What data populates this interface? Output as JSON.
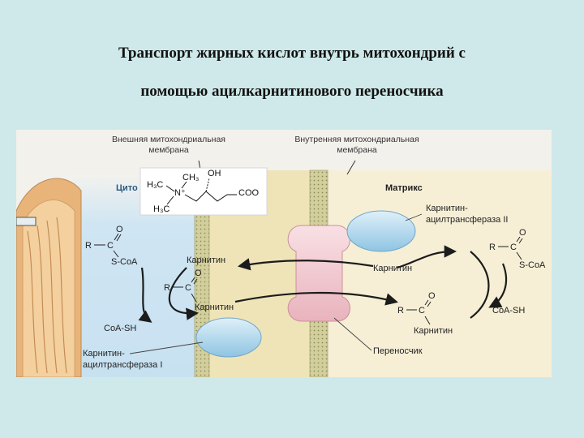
{
  "title": {
    "line1": "Транспорт жирных кислот внутрь митохондрий с",
    "line2": "помощью ацилкарнитинового переносчика"
  },
  "diagram": {
    "outer_membrane_label": [
      "Внешняя митохондриальная",
      "мембрана"
    ],
    "inner_membrane_label": [
      "Внутренняя митохондриальная",
      "мембрана"
    ],
    "cytosol_label": "Цито",
    "matrix_label": "Матрикс",
    "carnitine_formula": {
      "h3c_top": "H₃C",
      "ch3": "CH₃",
      "oh": "OH",
      "n_plus": "N⁺",
      "coo": "COO",
      "h3c_bottom": "H₃C"
    },
    "left": {
      "acyl_coa": {
        "o": "O",
        "r": "R",
        "c": "C",
        "sub": "S-CoA"
      },
      "acyl_carnitine": {
        "o": "O",
        "r": "R",
        "c": "C",
        "label": "Карнитин"
      },
      "carnitine": "Карнитин",
      "coa_sh": "CoA-SH",
      "enzyme": [
        "Карнитин-",
        "ацилтрансфераза I"
      ]
    },
    "right": {
      "enzyme": [
        "Карнитин-",
        "ацилтрансфераза II"
      ],
      "acyl_coa": {
        "o": "O",
        "r": "R",
        "c": "C",
        "sub": "S-CoA"
      },
      "carnitine": "Карнитин",
      "coa_sh": "CoA-SH",
      "acyl_carnitine": {
        "o": "O",
        "r": "R",
        "c": "C",
        "label": "Карнитин"
      },
      "carrier": "Переносчик"
    }
  },
  "colors": {
    "background": "#cfe9ea",
    "cytosol": "#cfe5f3",
    "intermembrane": "#efe4b8",
    "matrix": "#f6efd6",
    "membrane": "#d3cf9c",
    "enzyme": "#a9d4ea",
    "carrier": "#f3ccd3",
    "mitochondrion": "#e8b47a"
  }
}
